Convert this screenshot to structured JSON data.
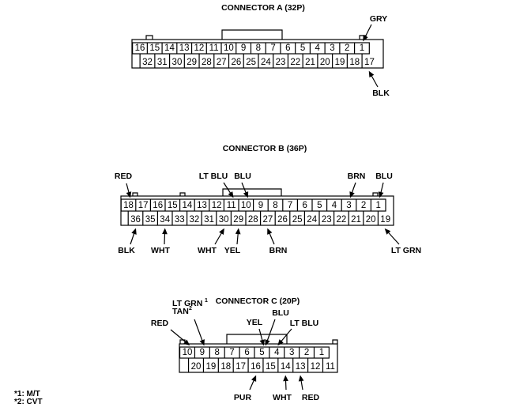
{
  "connectors": [
    {
      "id": "a",
      "title": "CONNECTOR A (32P)",
      "top_row": [
        "16",
        "15",
        "14",
        "13",
        "12",
        "11",
        "10",
        "9",
        "8",
        "7",
        "6",
        "5",
        "4",
        "3",
        "2",
        "1"
      ],
      "bottom_row": [
        "32",
        "31",
        "30",
        "29",
        "28",
        "27",
        "26",
        "25",
        "24",
        "23",
        "22",
        "21",
        "20",
        "19",
        "18",
        "17"
      ],
      "wire_labels": [
        {
          "text": "GRY",
          "pin": "1",
          "side": "top"
        },
        {
          "text": "BLK",
          "pin": "17",
          "side": "bottom"
        }
      ]
    },
    {
      "id": "b",
      "title": "CONNECTOR B (36P)",
      "top_row": [
        "18",
        "17",
        "16",
        "15",
        "14",
        "13",
        "12",
        "11",
        "10",
        "9",
        "8",
        "7",
        "6",
        "5",
        "4",
        "3",
        "2",
        "1"
      ],
      "bottom_row": [
        "36",
        "35",
        "34",
        "33",
        "32",
        "31",
        "30",
        "29",
        "28",
        "27",
        "26",
        "25",
        "24",
        "23",
        "22",
        "21",
        "20",
        "19"
      ],
      "wire_labels": [
        {
          "text": "RED",
          "pin": "18",
          "side": "top"
        },
        {
          "text": "LT BLU",
          "pin": "11",
          "side": "top"
        },
        {
          "text": "BLU",
          "pin": "10",
          "side": "top"
        },
        {
          "text": "BRN",
          "pin": "3",
          "side": "top"
        },
        {
          "text": "BLU",
          "pin": "1",
          "side": "top"
        },
        {
          "text": "BLK",
          "pin": "36",
          "side": "bottom"
        },
        {
          "text": "WHT",
          "pin": "34",
          "side": "bottom"
        },
        {
          "text": "WHT",
          "pin": "30",
          "side": "bottom"
        },
        {
          "text": "YEL",
          "pin": "29",
          "side": "bottom"
        },
        {
          "text": "BRN",
          "pin": "27",
          "side": "bottom"
        },
        {
          "text": "LT GRN",
          "pin": "19",
          "side": "bottom"
        }
      ]
    },
    {
      "id": "c",
      "title": "CONNECTOR C (20P)",
      "top_row": [
        "10",
        "9",
        "8",
        "7",
        "6",
        "5",
        "4",
        "3",
        "2",
        "1"
      ],
      "bottom_row": [
        "20",
        "19",
        "18",
        "17",
        "16",
        "15",
        "14",
        "13",
        "12",
        "11"
      ],
      "wire_labels": [
        {
          "text": "RED",
          "pin": "10",
          "side": "top"
        },
        {
          "text": "LT GRN",
          "sup": "*1",
          "text2": "TAN",
          "sup2": "*2",
          "pin": "9",
          "side": "top"
        },
        {
          "text": "YEL",
          "pin": "5",
          "side": "top"
        },
        {
          "text": "BLU",
          "pin": "5",
          "side": "top"
        },
        {
          "text": "LT BLU",
          "pin": "4",
          "side": "top"
        },
        {
          "text": "PUR",
          "pin": "16",
          "side": "bottom"
        },
        {
          "text": "WHT",
          "pin": "14",
          "side": "bottom"
        },
        {
          "text": "RED",
          "pin": "13",
          "side": "bottom"
        }
      ]
    }
  ],
  "footnotes": [
    "*1: M/T",
    "*2: CVT"
  ]
}
